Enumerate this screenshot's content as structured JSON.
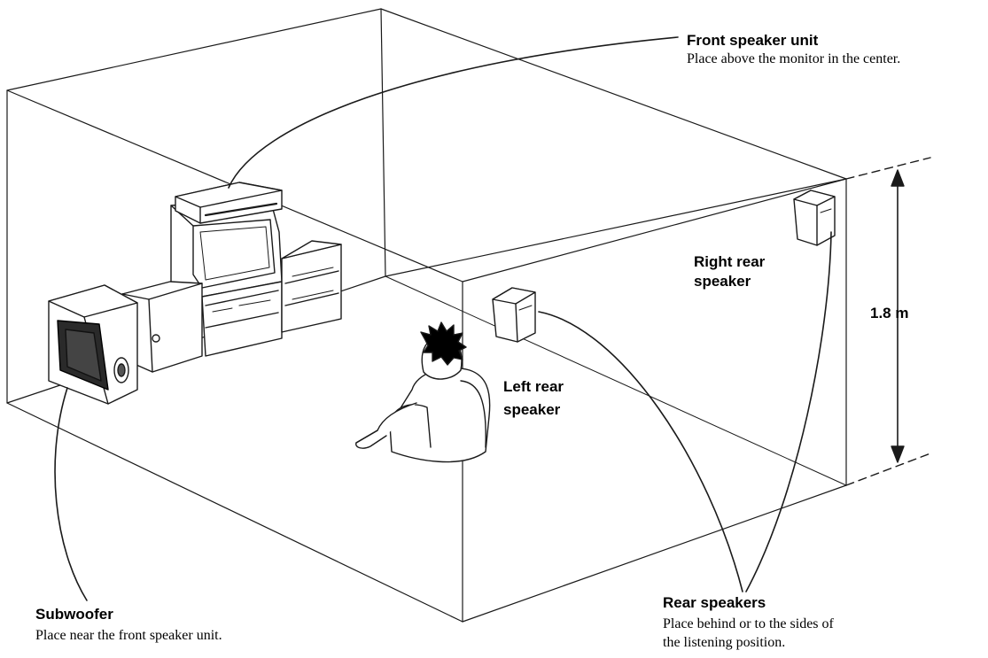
{
  "labels": {
    "front": {
      "title": "Front speaker unit",
      "desc": "Place above the monitor in the center."
    },
    "right_rear": {
      "line1": "Right rear",
      "line2": "speaker"
    },
    "left_rear": {
      "line1": "Left rear",
      "line2": "speaker"
    },
    "height": "1.8 m",
    "subwoofer": {
      "title": "Subwoofer",
      "desc": "Place near the front speaker unit."
    },
    "rear": {
      "title": "Rear speakers",
      "desc_line1": "Place behind or to the sides of",
      "desc_line2": "the listening position."
    }
  }
}
